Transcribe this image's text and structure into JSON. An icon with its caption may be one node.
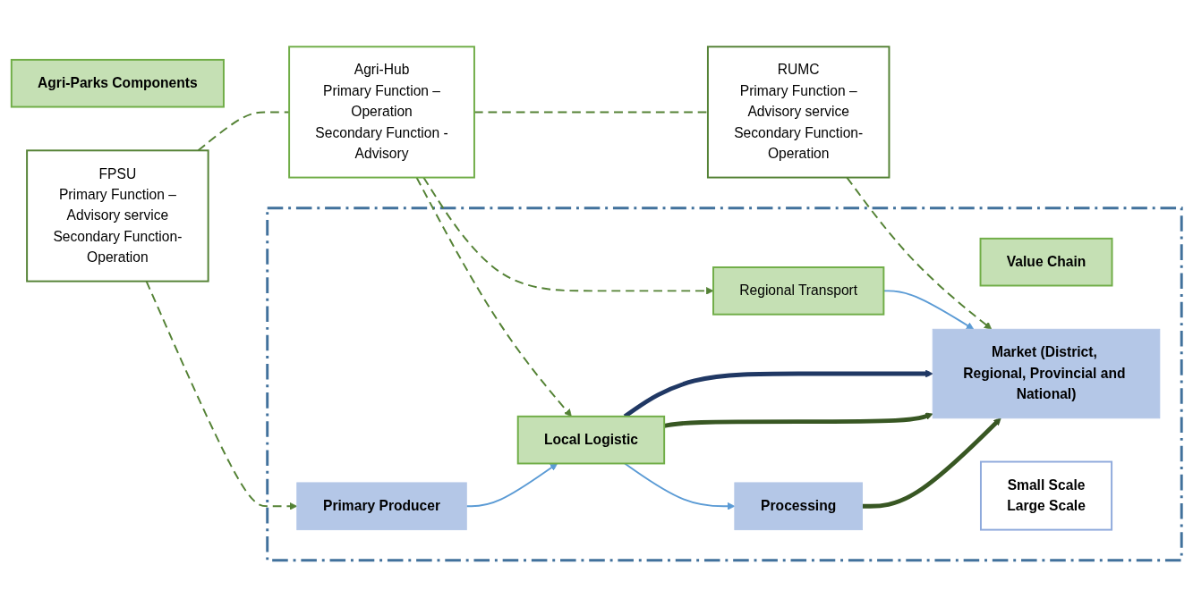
{
  "diagram": {
    "nodes": [
      {
        "text": [
          "Agri-Parks Components"
        ]
      },
      {
        "text": [
          "FPSU",
          "Primary Function –",
          "Advisory service",
          "Secondary Function-",
          "Operation"
        ]
      },
      {
        "text": [
          "Agri-Hub",
          "Primary Function –",
          "Operation",
          "Secondary Function -",
          "Advisory"
        ]
      },
      {
        "text": [
          "RUMC",
          "Primary Function –",
          "Advisory service",
          "Secondary Function-",
          "Operation"
        ]
      },
      {
        "text": [],
        "shape": "box"
      },
      {
        "text": [
          "Value Chain"
        ],
        "in": 4
      },
      {
        "text": [
          "Primary Producer"
        ],
        "in": 4
      },
      {
        "text": [
          "Local Logistic"
        ],
        "in": 4
      },
      {
        "text": [
          "Processing"
        ],
        "in": 4
      },
      {
        "text": [
          "Regional Transport"
        ],
        "in": 4
      },
      {
        "text": [
          "Market (District, Regional, Provincial and National)"
        ],
        "in": 4
      },
      {
        "text": [
          "Small Scale",
          "Large Scale"
        ],
        "in": 4
      }
    ],
    "edges": [
      {
        "from": 1,
        "to": 2,
        "arrow": "none",
        "style": "dashed"
      },
      {
        "from": 2,
        "to": 3,
        "arrow": "none",
        "style": "dashed"
      },
      {
        "from": 1,
        "to": 6,
        "arrow": "to",
        "style": "dashed"
      },
      {
        "from": 2,
        "to": 7,
        "arrow": "to",
        "style": "dashed"
      },
      {
        "from": 2,
        "to": 9,
        "arrow": "to",
        "style": "dashed"
      },
      {
        "from": 3,
        "to": 10,
        "arrow": "to",
        "style": "dashed"
      },
      {
        "from": 6,
        "to": 7,
        "arrow": "to",
        "color": "#5b9bd5"
      },
      {
        "from": 7,
        "to": 8,
        "arrow": "to",
        "color": "#5b9bd5"
      },
      {
        "from": 9,
        "to": 10,
        "arrow": "to",
        "color": "#5b9bd5"
      },
      {
        "from": 7,
        "to": 10,
        "arrow": "to",
        "style": "thick",
        "color": "#203864"
      },
      {
        "from": 7,
        "to": 10,
        "arrow": "to",
        "style": "thick",
        "color": "#385723"
      },
      {
        "from": 8,
        "to": 10,
        "arrow": "to",
        "style": "thick",
        "color": "#385723"
      }
    ]
  }
}
